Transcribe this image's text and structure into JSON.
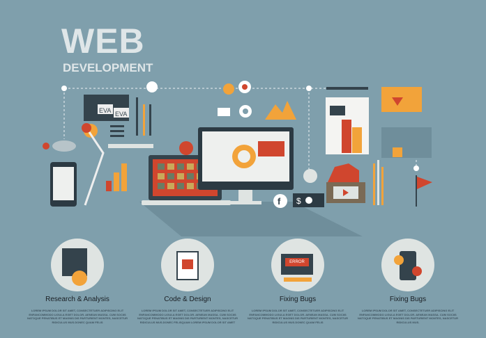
{
  "header": {
    "title": "WEB",
    "subtitle": "DEVELOPMENT"
  },
  "colors": {
    "background": "#7f9fac",
    "accent_red": "#d0462e",
    "accent_orange": "#f2a33a",
    "dark": "#34434c"
  },
  "illustration": {
    "screen_label_1": "EVA",
    "screen_label_2": "EVA",
    "error_label": "ERROR",
    "facebook_letter": "f",
    "dollar_sign": "$"
  },
  "sections": [
    {
      "title": "Research & Analysis",
      "icon": "research-icon",
      "description": "Lorem ipsum dolor sit amet, consectetuer adipiscing elit enfancommodo ligula eget dolor. Aenean massa. Cum sociis natoque penatibus et magnis dis parturient montes, nascetur ridiculus mus.donec quam felis"
    },
    {
      "title": "Code & Design",
      "icon": "code-design-icon",
      "description": "Lorem ipsum dolor sit amet, consectetuer adipiscing elit enfancommodo ligula eget dolor. Aenean massa. Cum sociis natoque penatibus et magnis dis parturient montes, nascetur ridiculus mus.donec felisquam lorem ipsum dolor sit amet"
    },
    {
      "title": "Fixing Bugs",
      "icon": "bug-fix-icon",
      "description": "Lorem ipsum dolor sit amet, consectetuer adipiscing elit enfancommodo ligula eget dolor. Aenean massa. Cum sociis natoque penatibus et magnis dis parturient montes, nascetur ridiculus mus.donec quam felis"
    },
    {
      "title": "Fixing Bugs",
      "icon": "gears-icon",
      "description": "Lorem ipsum dolor sit amet, consectetuer adipiscing elit enfancommodo ligula eget dolor. Aenean massa. Cum sociis natoque penatibus et magnis dis parturient montes, nascetur ridiculus mus."
    }
  ]
}
